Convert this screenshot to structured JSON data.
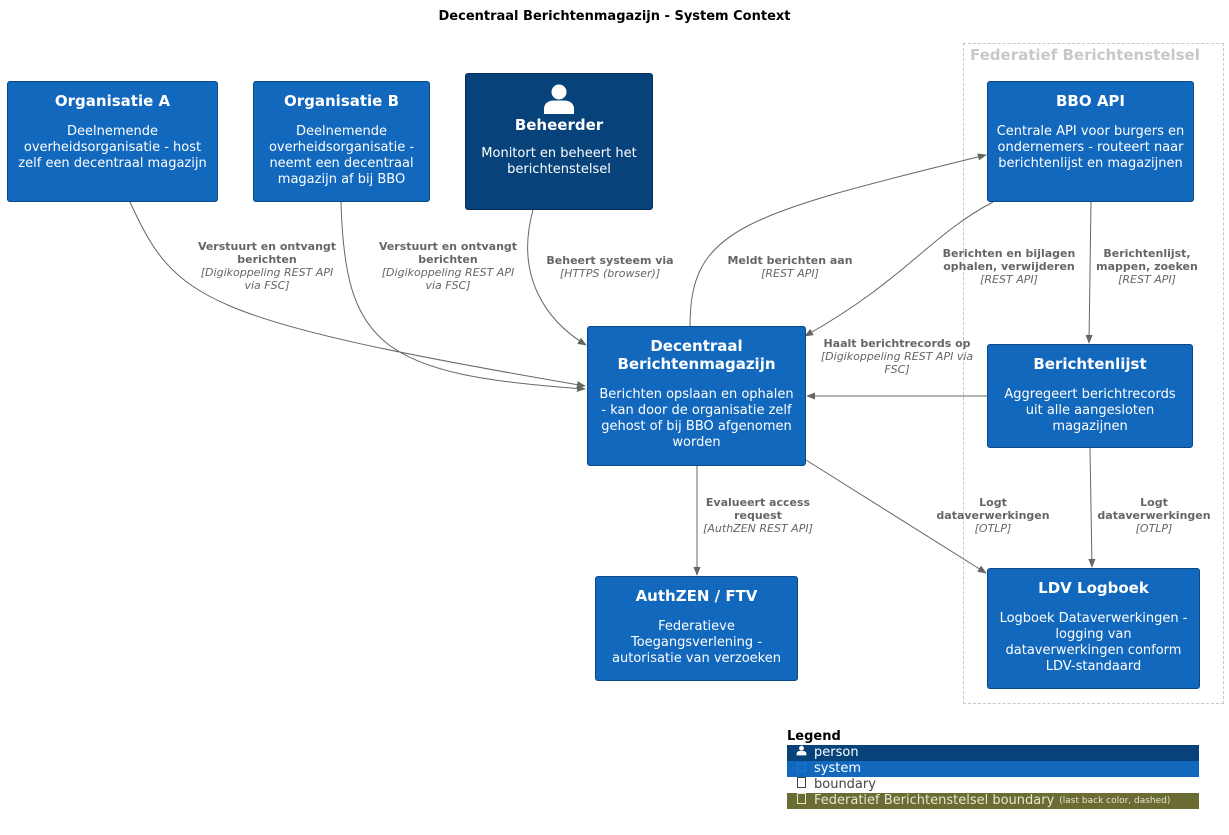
{
  "title": "Decentraal Berichtenmagazijn - System Context",
  "boundary": {
    "label": "Federatief Berichtenstelsel"
  },
  "elements": {
    "org_a": {
      "title": "Organisatie A",
      "desc": "Deelnemende overheidsorganisatie - host zelf een decentraal magazijn"
    },
    "org_b": {
      "title": "Organisatie B",
      "desc": "Deelnemende overheidsorganisatie - neemt een decentraal magazijn af bij BBO"
    },
    "beheerder": {
      "title": "Beheerder",
      "desc": "Monitort en beheert het berichtenstelsel",
      "icon": "person-icon"
    },
    "bbo_api": {
      "title": "BBO API",
      "desc": "Centrale API voor burgers en ondernemers - routeert naar berichtenlijst en magazijnen"
    },
    "magazijn": {
      "title": "Decentraal Berichtenmagazijn",
      "desc": "Berichten opslaan en ophalen - kan door de organisatie zelf gehost of bij BBO afgenomen worden"
    },
    "berichtenlijst": {
      "title": "Berichtenlijst",
      "desc": "Aggregeert berichtrecords uit alle aangesloten magazijnen"
    },
    "authzen": {
      "title": "AuthZEN / FTV",
      "desc": "Federatieve Toegangsverlening - autorisatie van verzoeken"
    },
    "ldv": {
      "title": "LDV Logboek",
      "desc": "Logboek Dataverwerkingen - logging van dataverwerkingen conform LDV-standaard"
    }
  },
  "relations": {
    "org_a": {
      "label": "Verstuurt en ontvangt berichten",
      "tech": "[Digikoppeling REST API via FSC]"
    },
    "org_b": {
      "label": "Verstuurt en ontvangt berichten",
      "tech": "[Digikoppeling REST API via FSC]"
    },
    "beheerder": {
      "label": "Beheert systeem via",
      "tech": "[HTTPS (browser)]"
    },
    "meldt": {
      "label": "Meldt berichten aan",
      "tech": "[REST API]"
    },
    "bijlagen": {
      "label": "Berichten en bijlagen ophalen, verwijderen",
      "tech": "[REST API]"
    },
    "lijst": {
      "label": "Berichtenlijst, mappen, zoeken",
      "tech": "[REST API]"
    },
    "haalt": {
      "label": "Haalt berichtrecords op",
      "tech": "[Digikoppeling REST API via FSC]"
    },
    "evalueert": {
      "label": "Evalueert access request",
      "tech": "[AuthZEN REST API]"
    },
    "logt_mag": {
      "label": "Logt dataverwerkingen",
      "tech": "[OTLP]"
    },
    "logt_lijst": {
      "label": "Logt dataverwerkingen",
      "tech": "[OTLP]"
    }
  },
  "legend": {
    "title": "Legend",
    "items": [
      {
        "label": "person",
        "icon": "person-icon",
        "bg": "#08427b",
        "fg": "#ffffff"
      },
      {
        "label": "system",
        "icon": "system-icon",
        "bg": "#1168bd",
        "fg": "#ffffff"
      },
      {
        "label": "boundary",
        "icon": "boundary-icon",
        "bg": "#ffffff",
        "fg": "#444444"
      },
      {
        "label": "Federatief Berichtenstelsel boundary",
        "note": "(last back color, dashed)",
        "icon": "boundary-icon",
        "bg": "#6b6b34",
        "fg": "#e6e6cc"
      }
    ]
  },
  "colors": {
    "person": "#08427b",
    "system": "#1168bd",
    "edge": "#666666",
    "boundary": "#c8c8c8"
  }
}
